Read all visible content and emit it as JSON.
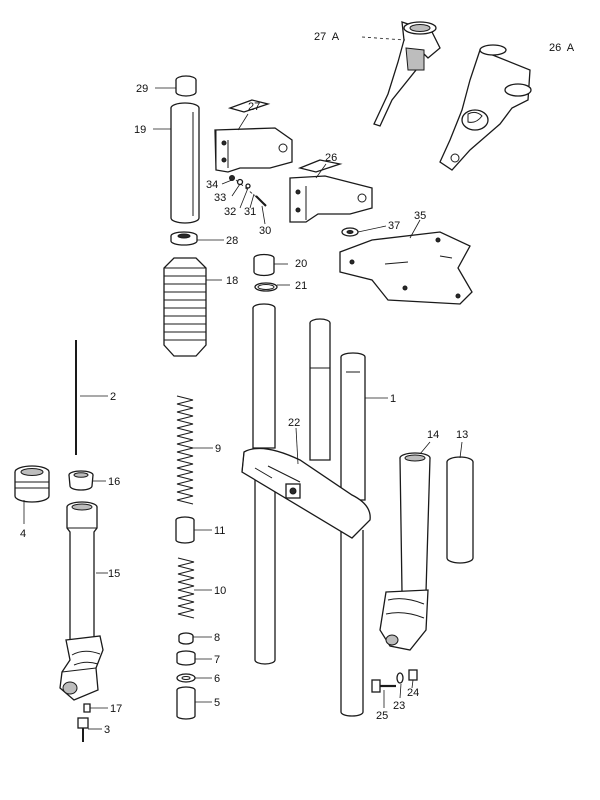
{
  "labels": {
    "l1": "1",
    "l2": "2",
    "l3": "3",
    "l4": "4",
    "l5": "5",
    "l6": "6",
    "l7": "7",
    "l8": "8",
    "l9": "9",
    "l10": "10",
    "l11": "11",
    "l13": "13",
    "l14": "14",
    "l15": "15",
    "l16": "16",
    "l17": "17",
    "l18": "18",
    "l19": "19",
    "l20": "20",
    "l21": "21",
    "l22": "22",
    "l23": "23",
    "l24": "24",
    "l25": "25",
    "l26": "26",
    "l26a": "26  A",
    "l27": "27",
    "l27a": "27  A",
    "l28": "28",
    "l29": "29",
    "l30": "30",
    "l31": "31",
    "l32": "32",
    "l33": "33",
    "l34": "34",
    "l35": "35",
    "l37": "37"
  }
}
